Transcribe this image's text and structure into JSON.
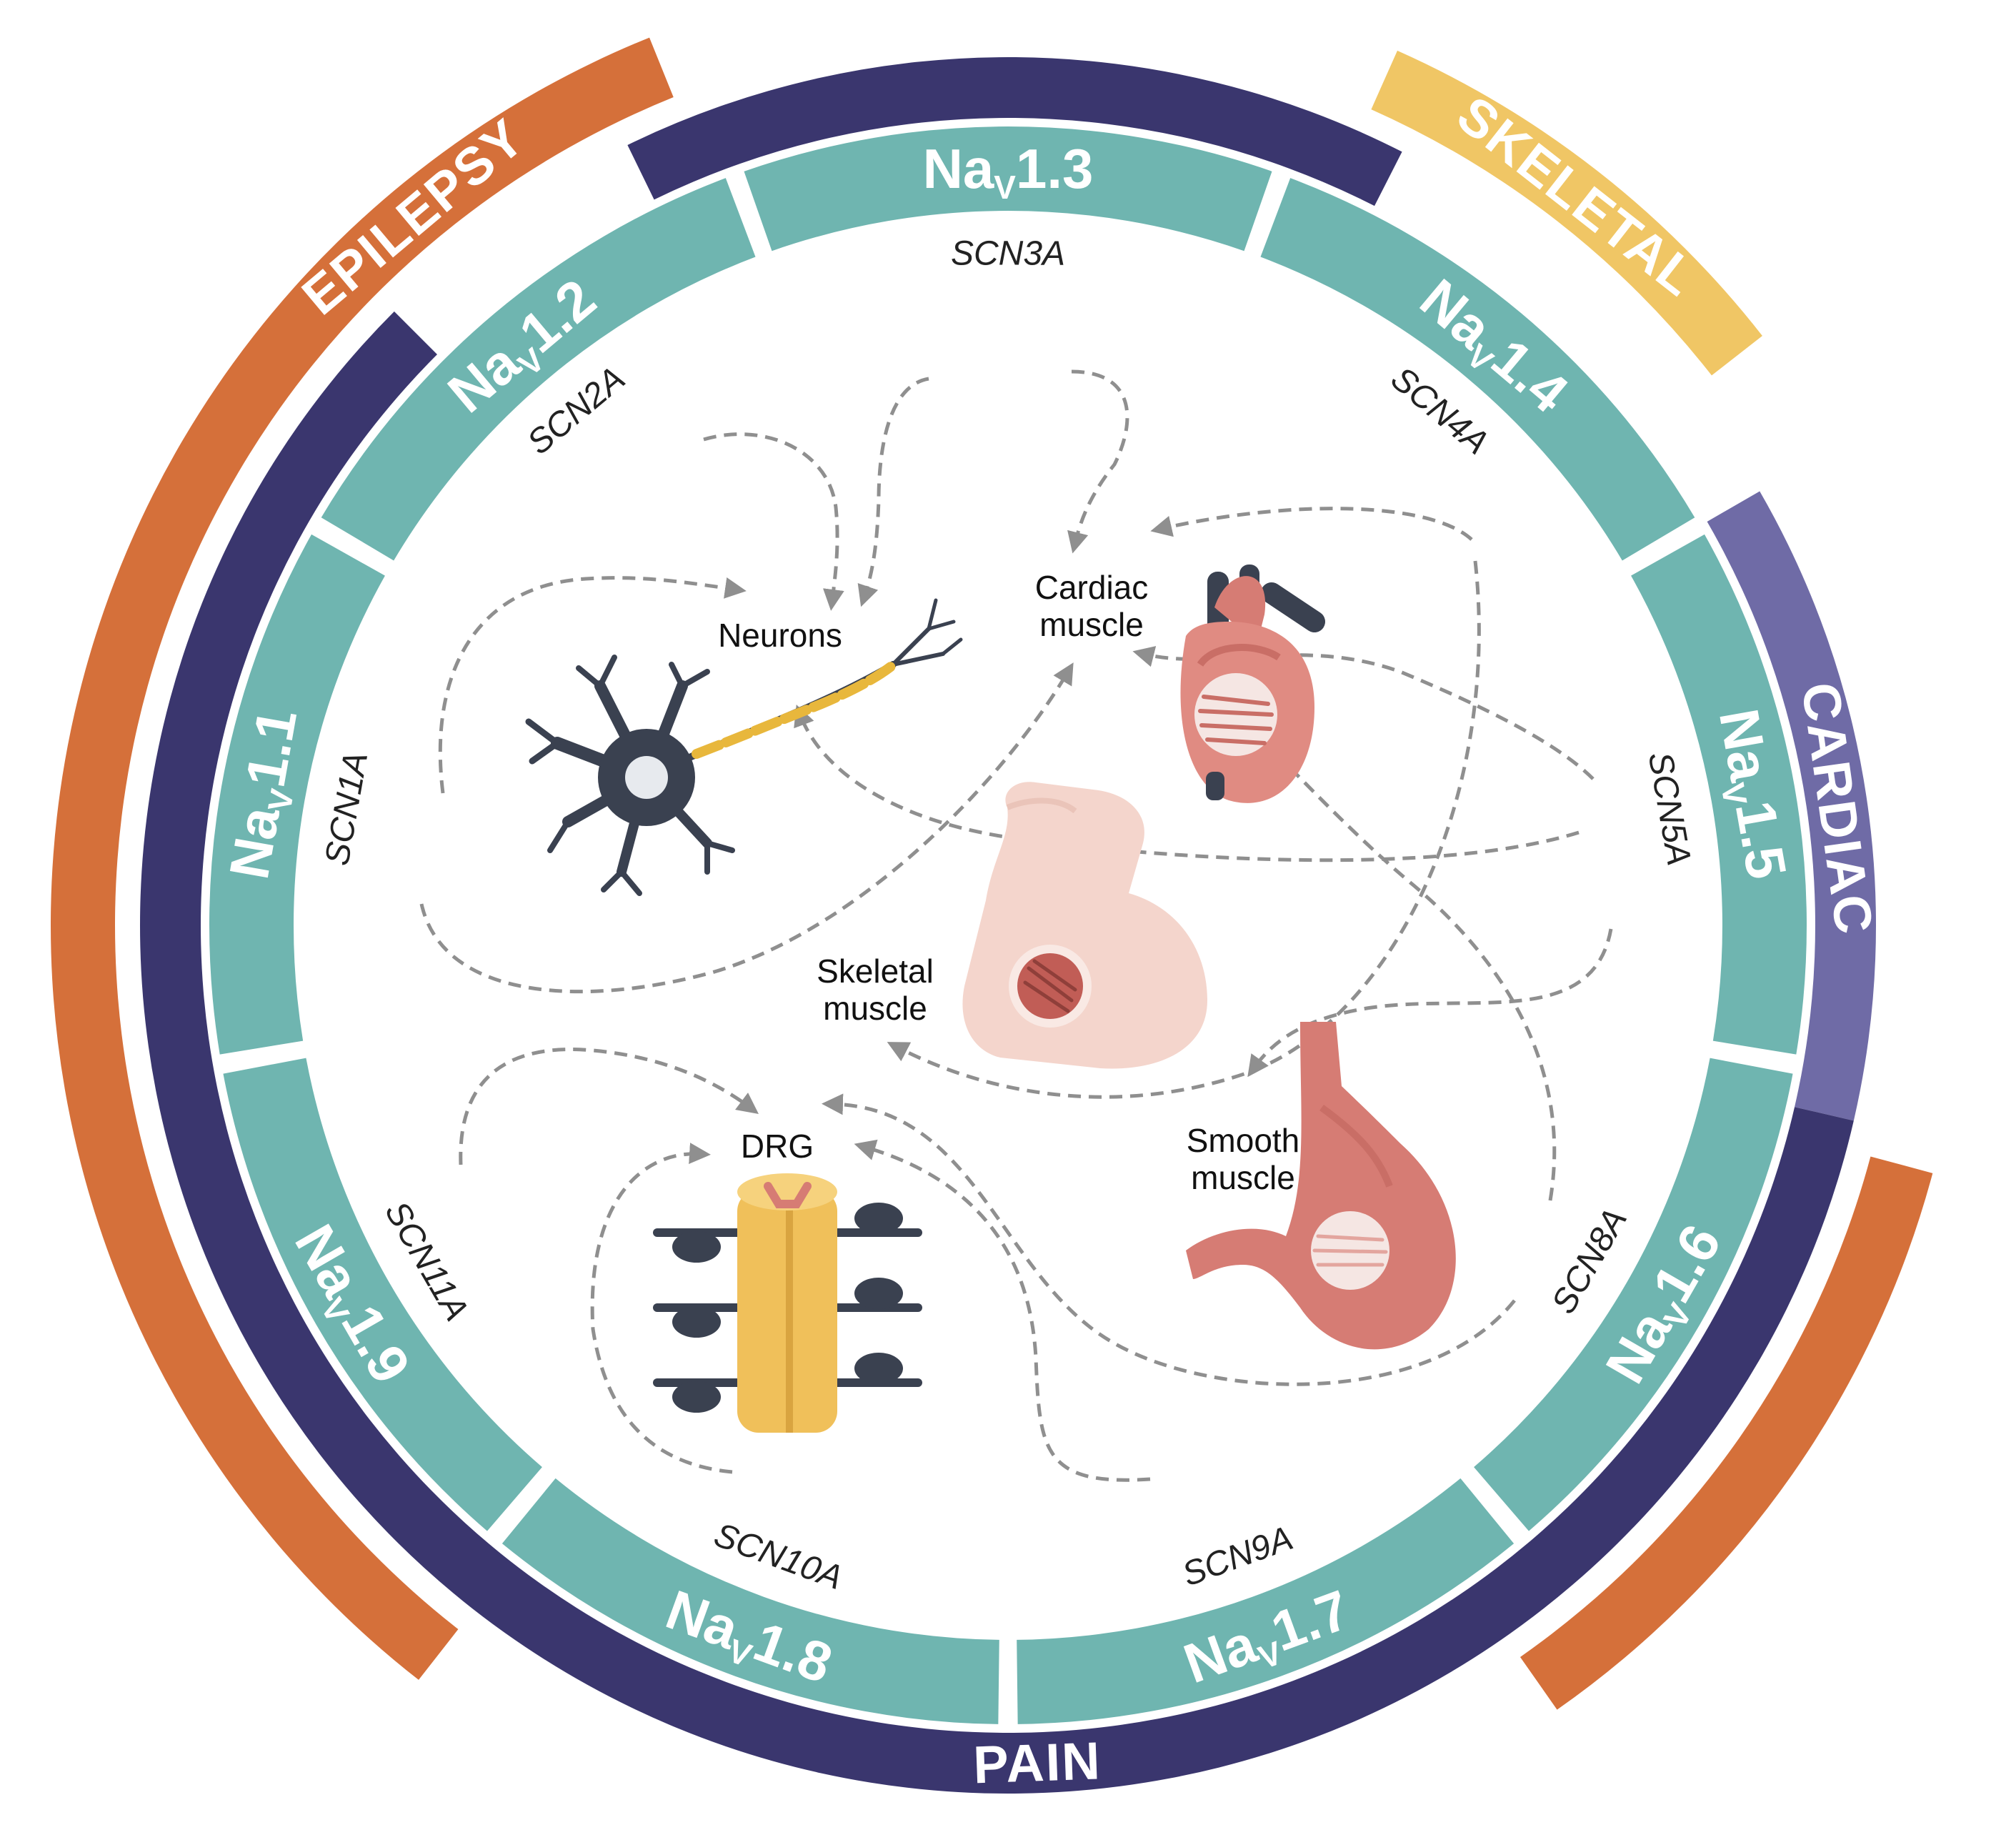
{
  "colors": {
    "teal": "#6fb5b0",
    "navy": "#3a366e",
    "orange": "#d5703a",
    "yellow": "#f0c665",
    "purple": "#6f6ba6",
    "dashed": "#8f8f8f"
  },
  "disease_bands": [
    {
      "id": "epilepsy",
      "label": "EPILEPSY",
      "color": "#d5703a",
      "start_deg": 218,
      "end_deg": 338,
      "ring": "outer",
      "labeled": true
    },
    {
      "id": "nav13-band",
      "label": "",
      "color": "#3a366e",
      "start_deg": 334,
      "end_deg": 27,
      "ring": "inner",
      "labeled": false
    },
    {
      "id": "skeletal",
      "label": "SKELETAL",
      "color": "#f0c665",
      "start_deg": 24,
      "end_deg": 52,
      "ring": "outer",
      "labeled": true
    },
    {
      "id": "cardiac",
      "label": "CARDIAC",
      "color": "#6f6ba6",
      "start_deg": 60,
      "end_deg": 103,
      "ring": "inner",
      "labeled": true
    },
    {
      "id": "pain",
      "label": "PAIN",
      "color": "#3a366e",
      "start_deg": 103,
      "end_deg": 315,
      "ring": "inner",
      "labeled": true
    },
    {
      "id": "nav16-band",
      "label": "",
      "color": "#d5703a",
      "start_deg": 105,
      "end_deg": 145,
      "ring": "outer",
      "labeled": false
    }
  ],
  "channels": [
    {
      "id": "nav1-3",
      "main": "Na",
      "sub": "V",
      "num": "1.3",
      "gene": "SCN3A"
    },
    {
      "id": "nav1-4",
      "main": "Na",
      "sub": "V",
      "num": "1.4",
      "gene": "SCN4A"
    },
    {
      "id": "nav1-5",
      "main": "Na",
      "sub": "V",
      "num": "1.5",
      "gene": "SCN5A"
    },
    {
      "id": "nav1-6",
      "main": "Na",
      "sub": "V",
      "num": "1.6",
      "gene": "SCN8A"
    },
    {
      "id": "nav1-7",
      "main": "Na",
      "sub": "V",
      "num": "1.7",
      "gene": "SCN9A"
    },
    {
      "id": "nav1-8",
      "main": "Na",
      "sub": "V",
      "num": "1.8",
      "gene": "SCN10A"
    },
    {
      "id": "nav1-9",
      "main": "Na",
      "sub": "V",
      "num": "1.9",
      "gene": "SCN11A"
    },
    {
      "id": "nav1-1",
      "main": "Na",
      "sub": "V",
      "num": "1.1",
      "gene": "SCN1A"
    },
    {
      "id": "nav1-2",
      "main": "Na",
      "sub": "V",
      "num": "1.2",
      "gene": "SCN2A"
    }
  ],
  "tissues": {
    "neurons": {
      "line1": "Neurons",
      "line2": ""
    },
    "cardiac": {
      "line1": "Cardiac",
      "line2": "muscle"
    },
    "skeletal": {
      "line1": "Skeletal",
      "line2": "muscle"
    },
    "smooth": {
      "line1": "Smooth",
      "line2": "muscle"
    },
    "drg": {
      "line1": "DRG",
      "line2": ""
    }
  }
}
